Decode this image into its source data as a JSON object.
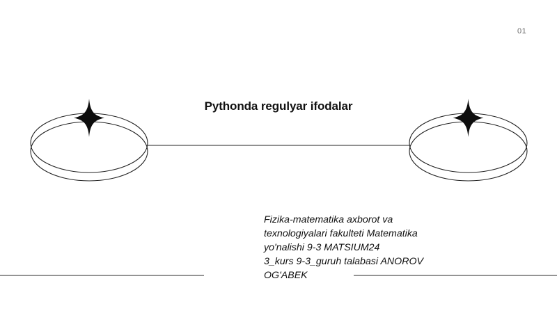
{
  "slide": {
    "background_color": "#ffffff",
    "page_number": "01",
    "page_number_color": "#6b6b6b",
    "title": "Pythonda regulyar ifodalar",
    "title_color": "#111111",
    "subtitle": "Fizika-matematika axborot va\ntexnologiyalari fakulteti Matematika\nyo'nalishi 9-3 MATSIUM24\n3_kurs 9-3_guruh talabasi ANOROV\nOG'ABEK",
    "subtitle_color": "#111111",
    "subtitle_lines": [
      "Fizika-matematika axborot va",
      "texnologiyalari fakulteti Matematika",
      "yo'nalishi 9-3 MATSIUM24",
      "3_kurs 9-3_guruh talabasi ANOROV",
      "OG'ABEK"
    ]
  },
  "decorations": {
    "stroke_color": "#222222",
    "star_fill": "#0d0d0d",
    "rule_color": "#555555",
    "left_shape_name": "left-ellipse-pair",
    "right_shape_name": "right-ellipse-pair",
    "connector_name": "connector-line",
    "star_count": 2
  }
}
